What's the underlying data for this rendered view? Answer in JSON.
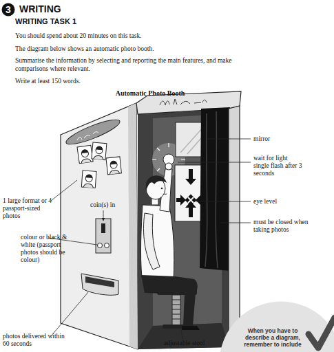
{
  "diagram": {
    "title": "Automatic Photo Booth",
    "nodes": [
      {
        "text": [
          "3"
        ]
      },
      {
        "text": [
          "When you have to describe a diagram, remember to include"
        ]
      }
    ],
    "labels": [
      "WRITING",
      "WRITING TASK 1",
      "You should spend about 20 minutes on this task.",
      "The diagram below shows an automatic photo booth.",
      "Summarise the information by selecting and reporting the main features, and make comparisons where relevant.",
      "Write at least 150 words.",
      "mirror",
      "wait for light single flash after 3 seconds",
      "1 large format or 4 passport-sized photos",
      "coin(s) in",
      "eye level",
      "must be closed when taking photos",
      "colour or black & white (passport photos should be colour)",
      "photos delivered within 60 seconds",
      "adjustable stool"
    ]
  }
}
